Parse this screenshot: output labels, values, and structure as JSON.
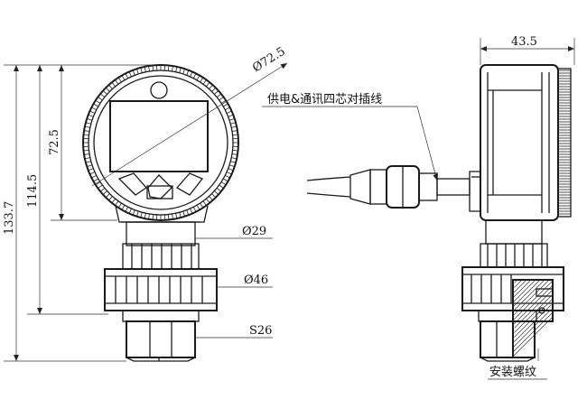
{
  "dimensions": {
    "overall_height": "133.7",
    "mid_height": "114.5",
    "head_height": "72.5",
    "head_diameter": "Ø72.5",
    "neck_diameter": "Ø29",
    "nut_diameter": "Ø46",
    "hex_size": "S26",
    "depth": "43.5"
  },
  "labels": {
    "cable": "供电&通讯四芯对插线",
    "thread": "安装螺纹"
  }
}
